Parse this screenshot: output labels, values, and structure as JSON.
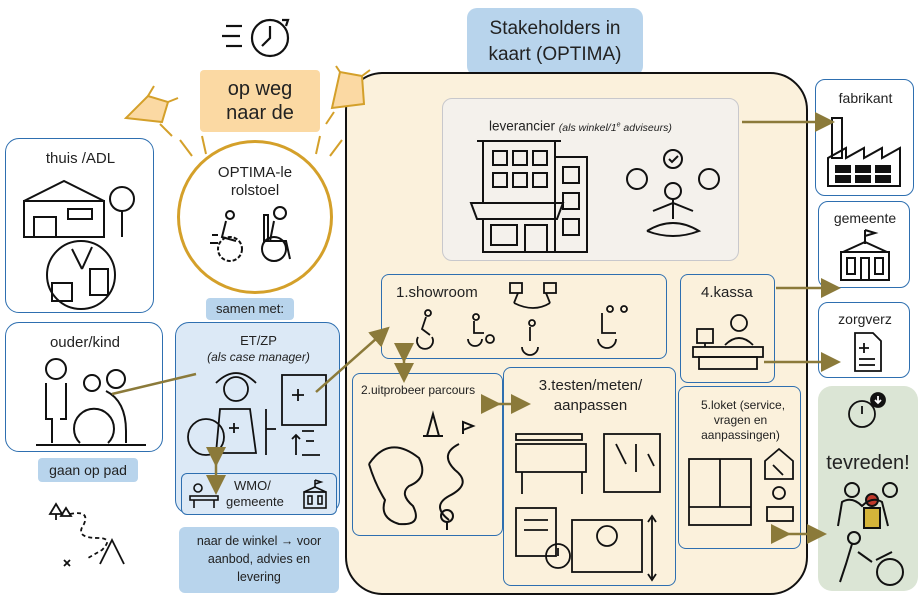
{
  "title_box": {
    "line1": "Stakeholders in",
    "line2": "kaart (OPTIMA)"
  },
  "journey": {
    "line1": "op weg",
    "line2": "naar de",
    "wheelchair_line1": "OPTIMA-le",
    "wheelchair_line2": "rolstoel"
  },
  "thuis": {
    "label": "thuis /ADL"
  },
  "ouder": {
    "label": "ouder/kind"
  },
  "gaan_op_pad": {
    "label": "gaan op pad"
  },
  "samen": {
    "label": "samen met:"
  },
  "etzp": {
    "label": "ET/ZP",
    "sublabel": "(als case manager)"
  },
  "wmo": {
    "line1": "WMO/",
    "line2": "gemeente"
  },
  "winkel_note": {
    "line1": "naar de winkel → voor",
    "line2": "aanbod, advies en",
    "line3": "levering"
  },
  "leverancier": {
    "label": "leverancier",
    "note_prefix": "(als winkel/1",
    "note_sup": "e",
    "note_suffix": " adviseurs)"
  },
  "showroom": {
    "label": "1.showroom"
  },
  "uitprobeer": {
    "label": "2.uitprobeer parcours"
  },
  "testen": {
    "line1": "3.testen/meten/",
    "line2": "aanpassen"
  },
  "kassa": {
    "label": "4.kassa"
  },
  "loket": {
    "line1": "5.loket (service,",
    "line2": "vragen en",
    "line3": "aanpassingen)"
  },
  "fabrikant": {
    "label": "fabrikant"
  },
  "gemeente": {
    "label": "gemeente"
  },
  "zorgverz": {
    "label": "zorgverz"
  },
  "tevreden": {
    "label": "tevreden!"
  },
  "colors": {
    "arrow": "#8b7a3a",
    "panel_fill": "#fbf1dc",
    "blue_border": "#2e6fb0",
    "light_blue": "#b8d4ec",
    "gold": "#d4a02a",
    "green_panel": "#dbe5d5"
  }
}
